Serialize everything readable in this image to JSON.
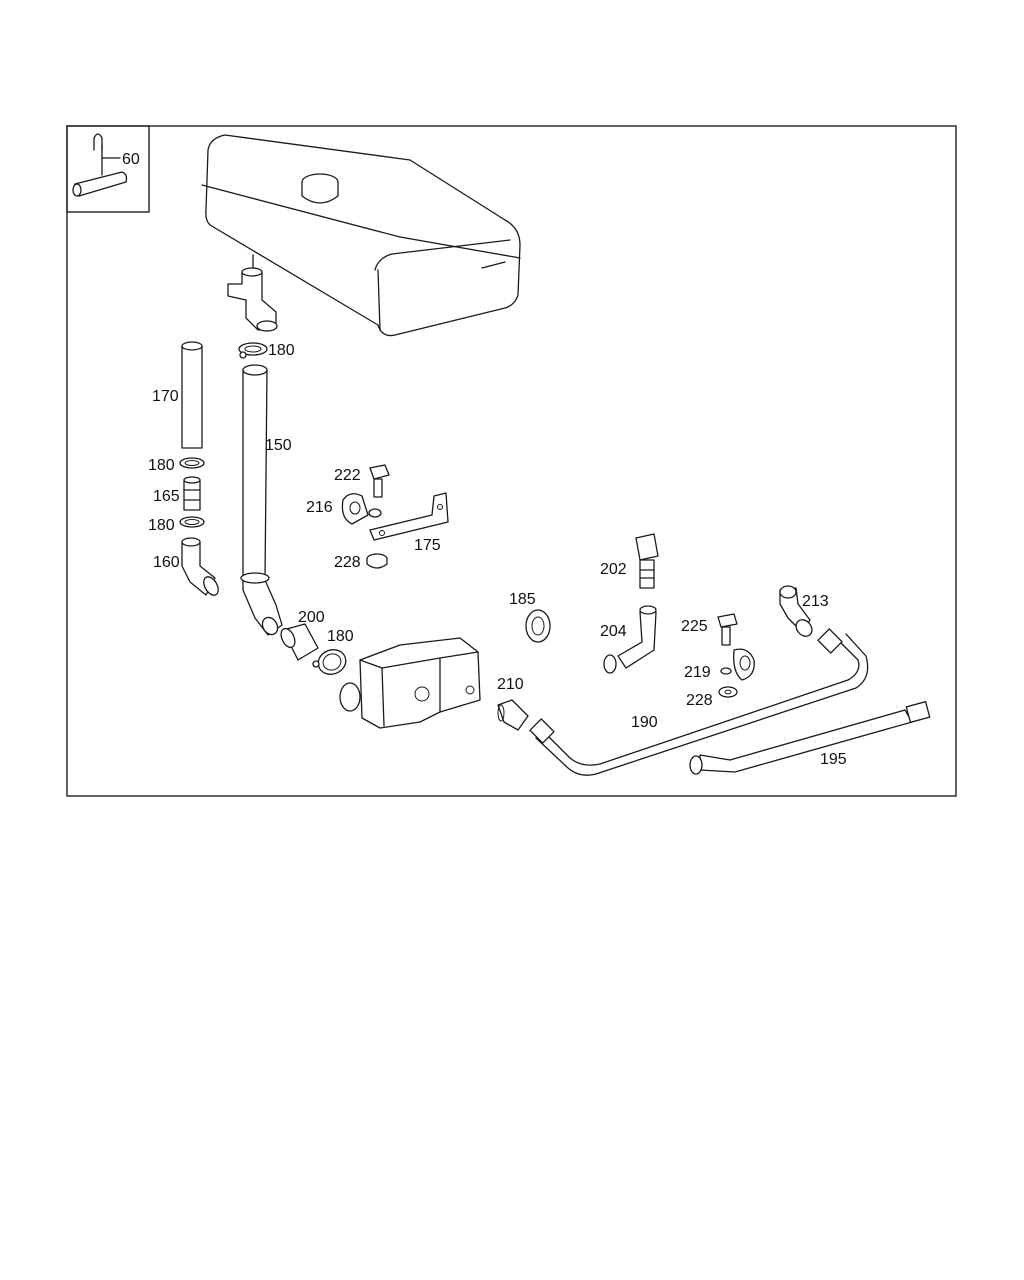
{
  "diagram": {
    "inset_label": "60",
    "labels": {
      "p150": "150",
      "p160": "160",
      "p165": "165",
      "p170": "170",
      "p175": "175",
      "p180_top": "180",
      "p180_a": "180",
      "p180_b": "180",
      "p180_c": "180",
      "p185": "185",
      "p190": "190",
      "p195": "195",
      "p200": "200",
      "p202": "202",
      "p204": "204",
      "p210": "210",
      "p213": "213",
      "p216": "216",
      "p219": "219",
      "p222": "222",
      "p225": "225",
      "p228_a": "228",
      "p228_b": "228"
    }
  }
}
